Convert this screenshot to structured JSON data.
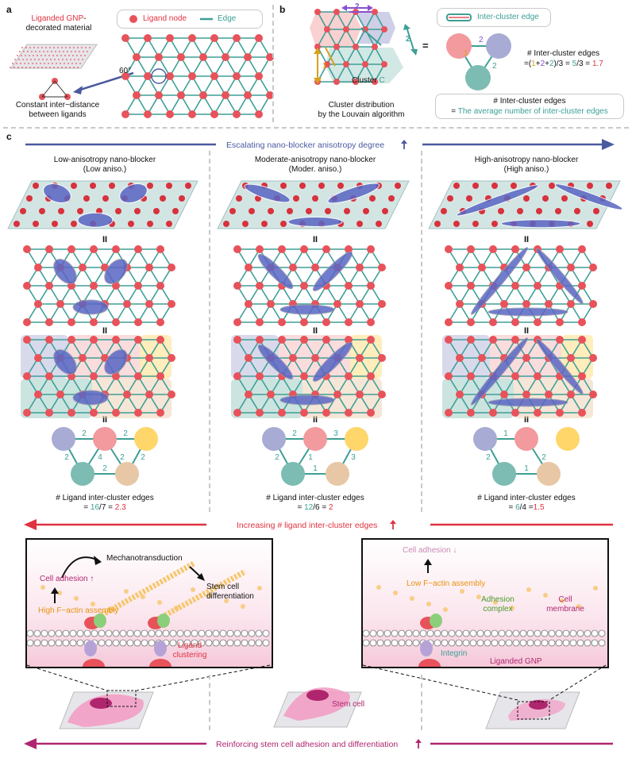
{
  "panel_a": {
    "label": "a",
    "material_label_red": "Liganded GNP",
    "material_label_dash": "-",
    "material_label_line2": "decorated material",
    "distance_label_line1": "Constant inter−distance",
    "distance_label_line2": "between ligands",
    "legend_node": "Ligand node",
    "legend_edge": "Edge",
    "angle": "60°"
  },
  "panel_b": {
    "label": "b",
    "edge_count_top": "2",
    "edge_count_left": "1",
    "edge_count_right": "2",
    "cluster_label": "Cluster ",
    "cluster_letter": "C",
    "caption_line1": "Cluster distribution",
    "caption_line2": "by the Louvain algorithm",
    "eq_sign": "=",
    "legend_inter": "Inter-cluster edge",
    "graph_edges": [
      "1",
      "2",
      "2"
    ],
    "formula_title": "# Inter-cluster edges",
    "formula_pre": "=(",
    "formula_1": "1",
    "formula_p1": "+",
    "formula_2a": "2",
    "formula_p2": "+",
    "formula_2b": "2",
    "formula_mid": ")/3 = ",
    "formula_5": "5",
    "formula_mid2": "/3 = ",
    "formula_result": "1.7",
    "def_title": "# Inter-cluster edges",
    "def_eq": "= ",
    "def_text": "The average number of inter-cluster edges"
  },
  "panel_c": {
    "label": "c",
    "arrow_top": "Escalating nano-blocker anisotropy degree",
    "columns": [
      {
        "title": "Low-anisotropy nano-blocker",
        "subtitle": "(Low aniso.)",
        "edges": [
          "2",
          "2",
          "2",
          "4",
          "2",
          "2",
          "2"
        ],
        "result_title": "# Ligand inter-cluster edges",
        "result_eq": "= ",
        "result_num": "16",
        "result_den": "/7 = ",
        "result_val": "2.3"
      },
      {
        "title": "Moderate-anisotropy nano-blocker",
        "subtitle": "(Moder. aniso.)",
        "edges": [
          "2",
          "3",
          "2",
          "1",
          "3",
          "1"
        ],
        "result_title": "# Ligand inter-cluster edges",
        "result_eq": "= ",
        "result_num": "12",
        "result_den": "/6 = ",
        "result_val": "2"
      },
      {
        "title": "High-anisotropy nano-blocker",
        "subtitle": "(High aniso.)",
        "edges": [
          "1",
          "2",
          "2",
          "1"
        ],
        "result_title": "# Ligand inter-cluster edges",
        "result_eq": "= ",
        "result_num": "6",
        "result_den": "/4 =",
        "result_val": "1.5"
      }
    ],
    "equals": "II",
    "arrow_mid": "Increasing # ligand inter-cluster edges",
    "arrow_bottom": "Reinforcing stem cell adhesion and differentiation"
  },
  "bottom": {
    "left": {
      "cell_adhesion": "Cell adhesion",
      "mechanotransduction": "Mechanotransduction",
      "stem_line1": "Stem cell",
      "stem_line2": "differentiation",
      "factin": "High F−actin assembly",
      "ligand_line1": "Ligand",
      "ligand_line2": "clustering"
    },
    "right": {
      "cell_adhesion": "Cell adhesion",
      "factin": "Low F−actin assembly",
      "adhesion_line1": "Adhesion",
      "adhesion_line2": "complex",
      "membrane_line1": "Cell",
      "membrane_line2": "membrane",
      "integrin": "Integrin",
      "gnp": "Liganded GNP"
    },
    "stem_cell": "Stem cell"
  },
  "colors": {
    "node": "#e8525a",
    "edge": "#3d9f96",
    "blocker": "#5a66c4",
    "arrow_blue": "#4a5aa0",
    "arrow_red": "#e0323f",
    "arrow_mag": "#b0266e",
    "cluster_purple": "#a8acd4",
    "cluster_pink": "#f29a9e",
    "cluster_yellow": "#ffd66a",
    "cluster_teal": "#7cbcb2",
    "cluster_tan": "#e8c7a6"
  }
}
